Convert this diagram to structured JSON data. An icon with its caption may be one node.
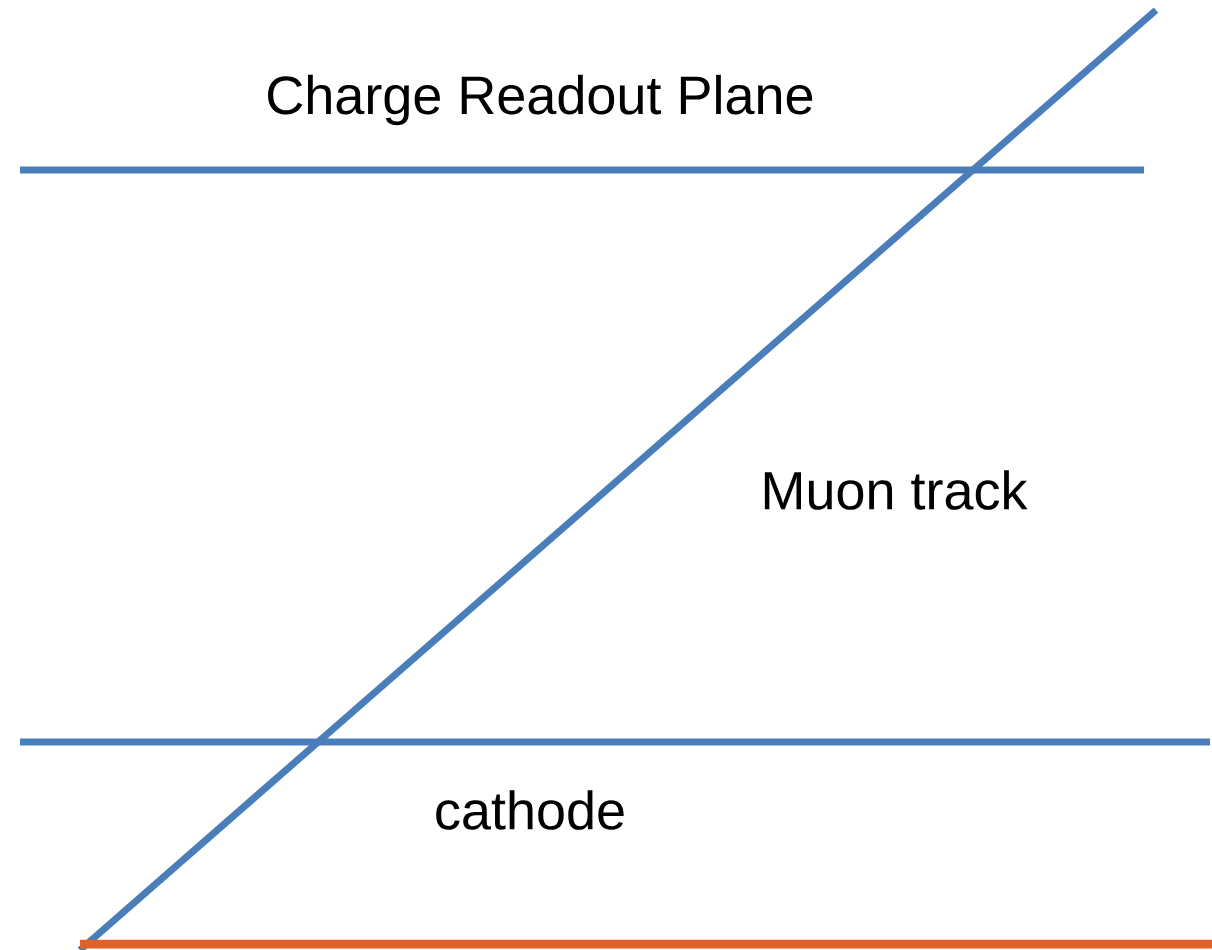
{
  "diagram": {
    "labels": [
      "Charge Readout Plane",
      "Muon track",
      "cathode"
    ]
  }
}
